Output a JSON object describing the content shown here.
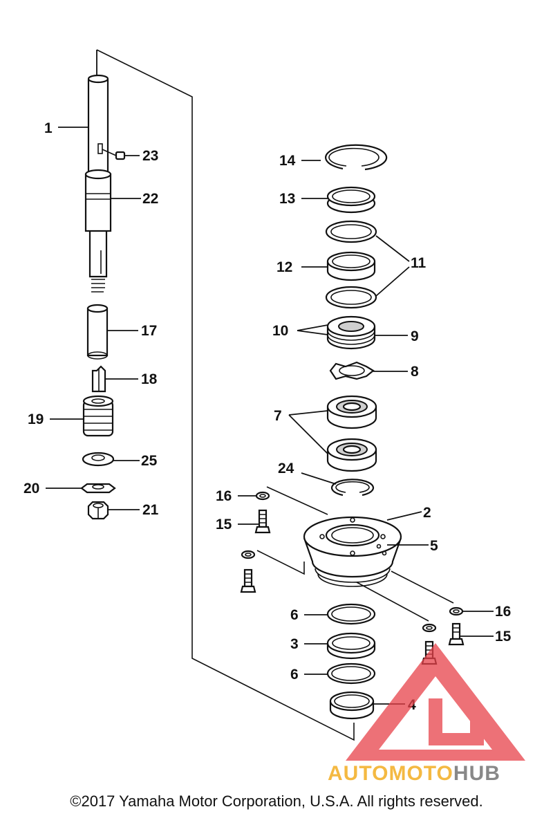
{
  "callouts": {
    "c1": "1",
    "c2": "2",
    "c3": "3",
    "c4": "4",
    "c5": "5",
    "c6a": "6",
    "c6b": "6",
    "c7": "7",
    "c8": "8",
    "c9": "9",
    "c10": "10",
    "c11": "11",
    "c12": "12",
    "c13": "13",
    "c14": "14",
    "c15a": "15",
    "c15b": "15",
    "c16a": "16",
    "c16b": "16",
    "c17": "17",
    "c18": "18",
    "c19": "19",
    "c20": "20",
    "c21": "21",
    "c22": "22",
    "c23": "23",
    "c24": "24",
    "c25": "25"
  },
  "watermark": {
    "part1": "AUTOMOTO",
    "part2": "HUB",
    "color_primary": "#f4b942",
    "color_secondary": "#888888",
    "logo_color": "#e8424a"
  },
  "footer": {
    "copyright": "©2017 Yamaha Motor Corporation, U.S.A. All rights reserved."
  }
}
